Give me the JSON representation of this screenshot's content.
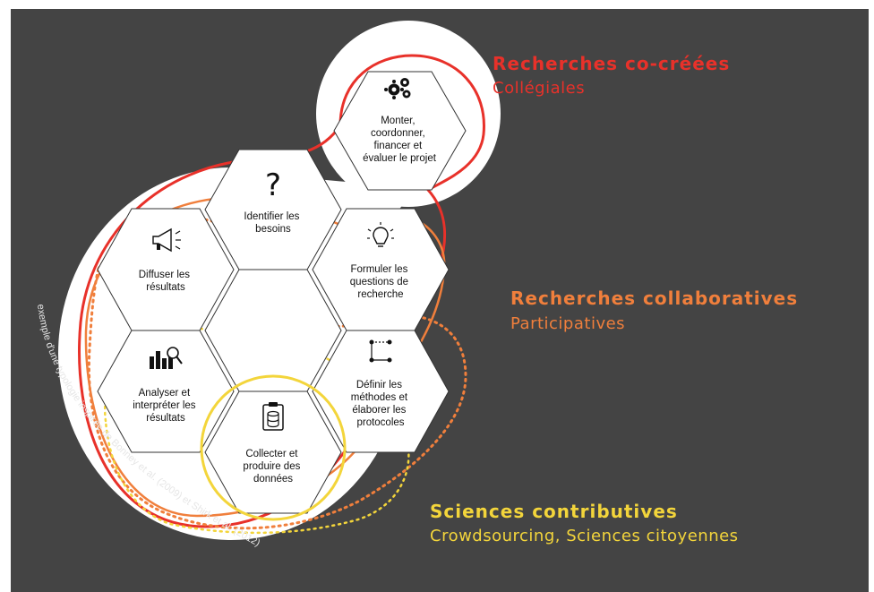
{
  "categories": {
    "cocreated": {
      "title": "Recherches co-créées",
      "subtitle": "Collégiales",
      "color": "#e8312a"
    },
    "collaborative": {
      "title": "Recherches collaboratives",
      "subtitle": "Participatives",
      "color": "#f07f3c"
    },
    "contributive": {
      "title": "Sciences contributives",
      "subtitle": "Crowdsourcing, Sciences citoyennes",
      "color": "#f3d53b"
    }
  },
  "steps": {
    "manage": {
      "icon": "gears-icon",
      "lines": [
        "Monter,",
        "coordonner,",
        "financer et",
        "évaluer le projet"
      ]
    },
    "identify": {
      "icon": "question-mark-icon",
      "glyph": "?",
      "lines": [
        "Identifier les",
        "besoins"
      ]
    },
    "formulate": {
      "icon": "lightbulb-icon",
      "lines": [
        "Formuler les",
        "questions de",
        "recherche"
      ]
    },
    "disseminate": {
      "icon": "megaphone-icon",
      "lines": [
        "Diffuser les",
        "résultats"
      ]
    },
    "define": {
      "icon": "network-nodes-icon",
      "lines": [
        "Définir les",
        "méthodes et",
        "élaborer les",
        "protocoles"
      ]
    },
    "analyze": {
      "icon": "chart-magnifier-icon",
      "lines": [
        "Analyser et",
        "interpréter les",
        "résultats"
      ]
    },
    "collect": {
      "icon": "clipboard-database-icon",
      "lines": [
        "Collecter et",
        "produire des",
        "données"
      ]
    }
  },
  "credit": "exemple d'une typologie inspirée de Bonney et al. (2009) et Shirk et al. (2012)",
  "colors": {
    "background": "#444444",
    "hex_fill": "#ffffff",
    "hex_stroke": "#333333"
  }
}
